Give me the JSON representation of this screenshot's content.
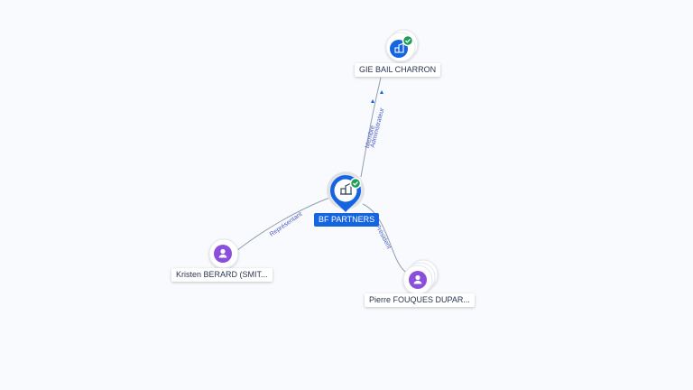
{
  "center": {
    "label": "BF PARTNERS",
    "icon": "building-icon",
    "status": "verified"
  },
  "company_node": {
    "label": "GIE BAIL CHARRON",
    "icon": "building-icon",
    "status": "verified"
  },
  "person_left": {
    "label": "Kristen BERARD (SMIT...",
    "icon": "person-icon"
  },
  "person_right": {
    "label": "Pierre FOUQUES DUPAR...",
    "icon": "person-icon"
  },
  "edges": {
    "to_company": {
      "label_line1": "Membre",
      "label_line2": "Administrateur"
    },
    "to_left": {
      "label": "Représentant"
    },
    "to_right": {
      "label": "Président"
    }
  },
  "colors": {
    "primary": "#1565e0",
    "person": "#8a4fdd",
    "verified": "#1f9e55",
    "edge": "#8fa0ad",
    "edge_text": "#4a5fc0"
  }
}
